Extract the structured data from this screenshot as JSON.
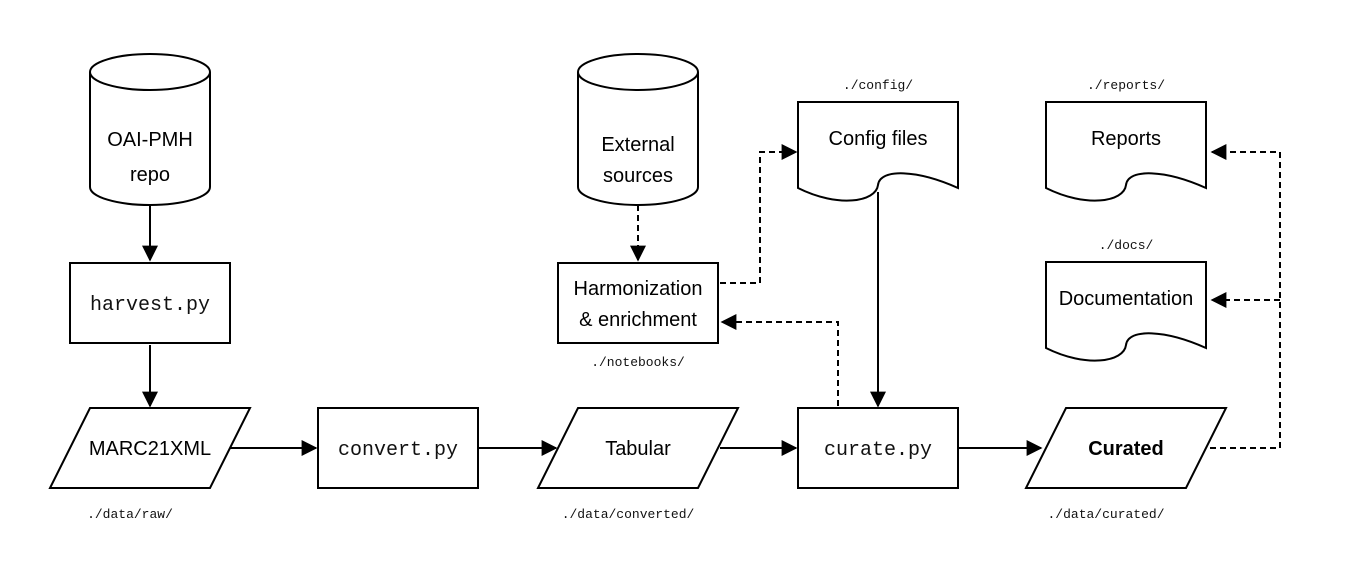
{
  "nodes": {
    "oai_pmh_repo": {
      "line1": "OAI-PMH",
      "line2": "repo"
    },
    "harvest": {
      "label": "harvest.py"
    },
    "marc21xml": {
      "label": "MARC21XML",
      "path": "./data/raw/"
    },
    "convert": {
      "label": "convert.py"
    },
    "tabular": {
      "label": "Tabular",
      "path": "./data/converted/"
    },
    "external_sources": {
      "line1": "External",
      "line2": "sources"
    },
    "harmonization": {
      "line1": "Harmonization",
      "line2": "& enrichment",
      "path": "./notebooks/"
    },
    "config_files": {
      "label": "Config files",
      "path": "./config/"
    },
    "curate": {
      "label": "curate.py"
    },
    "curated": {
      "label": "Curated",
      "path": "./data/curated/"
    },
    "reports": {
      "label": "Reports",
      "path": "./reports/"
    },
    "documentation": {
      "label": "Documentation",
      "path": "./docs/"
    }
  },
  "colors": {
    "stroke": "#000000",
    "fill": "#ffffff",
    "text": "#000000"
  }
}
